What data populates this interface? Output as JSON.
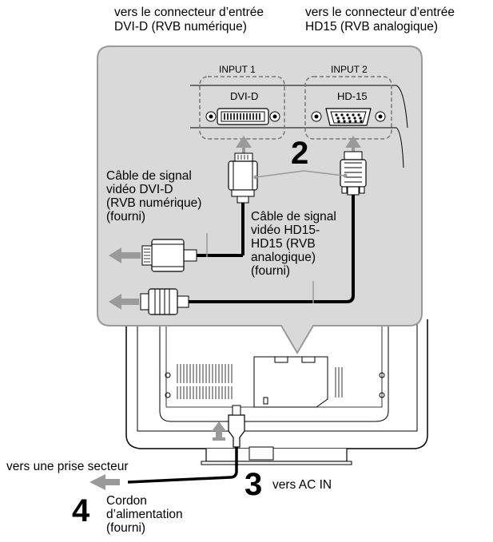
{
  "top_labels": {
    "left_line1": "vers le connecteur d’entrée",
    "left_line2": "DVI-D (RVB numérique)",
    "right_line1": "vers le connecteur d’entrée",
    "right_line2": "HD15 (RVB analogique)"
  },
  "ports": {
    "input1_label": "INPUT 1",
    "input1_connector": "DVI-D",
    "input2_label": "INPUT 2",
    "input2_connector": "HD-15"
  },
  "cables": {
    "dvi_line1": "Câble de signal",
    "dvi_line2": "vidéo DVI-D",
    "dvi_line3": "(RVB numérique)",
    "dvi_line4": "(fourni)",
    "hd15_line1": "Câble de signal",
    "hd15_line2": "vidéo HD15-",
    "hd15_line3": "HD15 (RVB",
    "hd15_line4": "analogique)",
    "hd15_line5": "(fourni)"
  },
  "steps": {
    "step2": "2",
    "step3": "3",
    "step4": "4"
  },
  "power": {
    "outlet_label": "vers une prise secteur",
    "ac_in_label": "vers AC IN",
    "cord_line1": "Cordon",
    "cord_line2": "d’alimentation",
    "cord_line3": "(fourni)"
  },
  "colors": {
    "panel_bg": "#d9d9d9",
    "arrow_gray": "#9a9a9a",
    "line": "#000000"
  }
}
